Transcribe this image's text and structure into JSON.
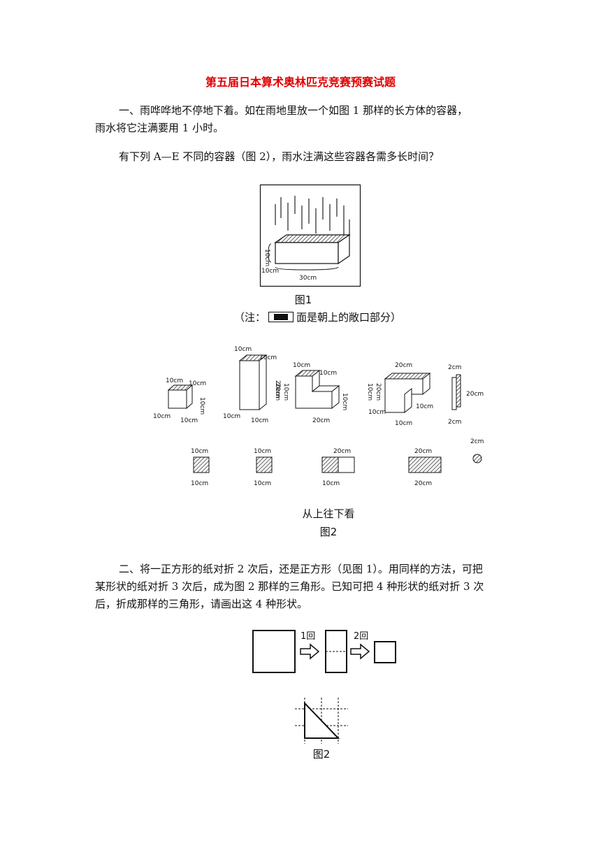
{
  "title": "第五届日本算术奥林匹克竞赛预赛试题",
  "q1": {
    "p1_line1": "一、雨哗哗地不停地下着。如在雨地里放一个如图 1 那样的长方体的容器，",
    "p1_line2": "雨水将它注满要用 1 小时。",
    "p2": "有下列 A—E 不同的容器（图 2），雨水注满这些容器各需多长时间？",
    "fig1_caption": "图1",
    "note_prefix": "（注：",
    "note_suffix": "面是朝上的敞口部分）",
    "fig1_labels": {
      "height": "10cm",
      "depth": "10cm",
      "length": "30cm"
    },
    "fig2_labels": {
      "a": "10cm",
      "b": "2cm",
      "c": "20cm"
    },
    "view_label": "从上往下看",
    "fig2_caption": "图2"
  },
  "q2": {
    "line1": "二、将一正方形的纸对折 2 次后，还是正方形（见图 1）。用同样的方法，可把",
    "line2": "某形状的纸对折 3 次后，成为图 2 那样的三角形。已知可把 4 种形状的纸对折 3 次",
    "line3": "后，折成那样的三角形，请画出这 4 种形状。",
    "step1": "1回",
    "step2": "2回",
    "fig2_caption": "图2"
  }
}
